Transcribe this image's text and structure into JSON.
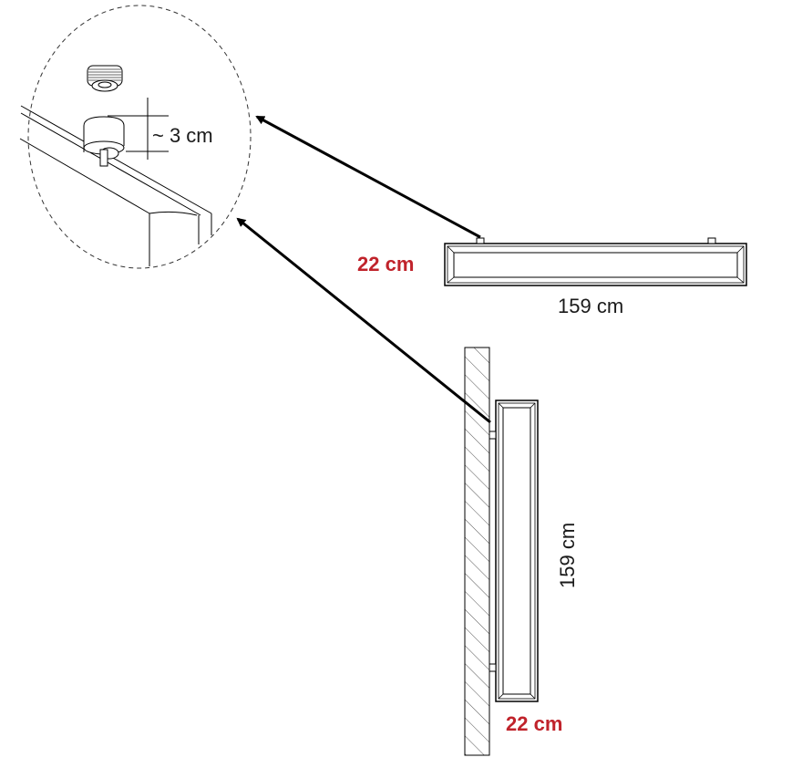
{
  "detail": {
    "offset_label": "~ 3 cm"
  },
  "horizontal_unit": {
    "height_label": "22 cm",
    "length_label": "159 cm"
  },
  "vertical_unit": {
    "length_label": "159 cm",
    "depth_label": "22 cm"
  },
  "colors": {
    "accent_red": "#c0232b",
    "line": "#000000"
  }
}
